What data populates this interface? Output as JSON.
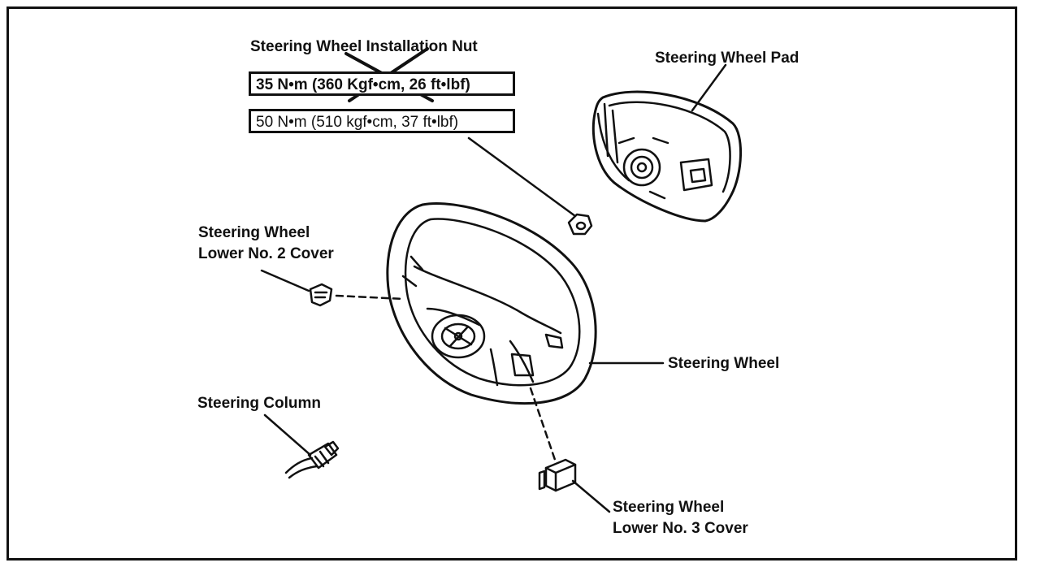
{
  "labels": {
    "nut_title": "Steering Wheel Installation Nut",
    "old_torque": "35 N•m (360 Kgf•cm, 26 ft•lbf)",
    "new_torque": "50 N•m (510 kgf•cm, 37 ft•lbf)",
    "pad": "Steering Wheel Pad",
    "lower2_line1": "Steering Wheel",
    "lower2_line2": "Lower No. 2 Cover",
    "wheel": "Steering Wheel",
    "column": "Steering Column",
    "lower3_line1": "Steering Wheel",
    "lower3_line2": "Lower No. 3 Cover"
  },
  "colors": {
    "ink": "#111111",
    "background": "#ffffff"
  }
}
